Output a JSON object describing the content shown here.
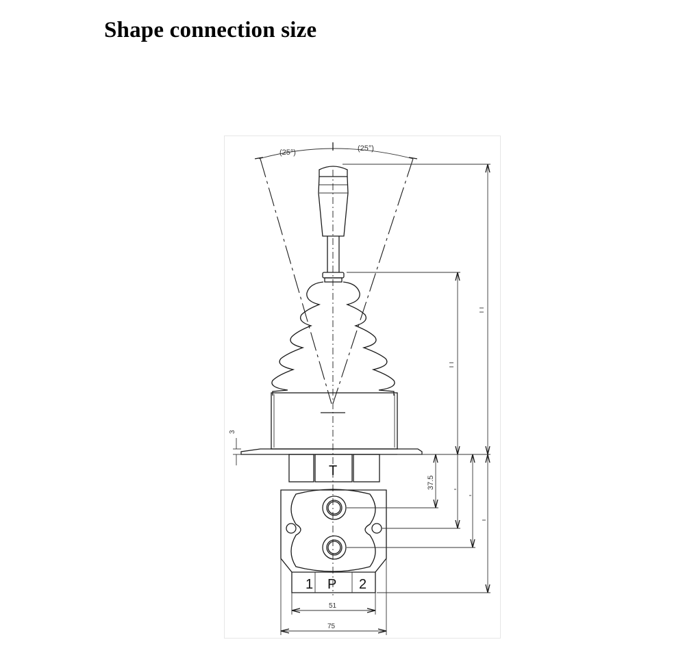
{
  "page": {
    "title": "Shape connection size"
  },
  "drawing": {
    "angles": {
      "left": "(25°)",
      "right": "(25°)"
    },
    "dimensions": {
      "flange_thickness": "3",
      "port_t_offset": "37.5",
      "width_inner": "51",
      "width_outer": "75"
    },
    "ports": {
      "one": "1",
      "p": "P",
      "two": "2",
      "t": "T"
    }
  }
}
